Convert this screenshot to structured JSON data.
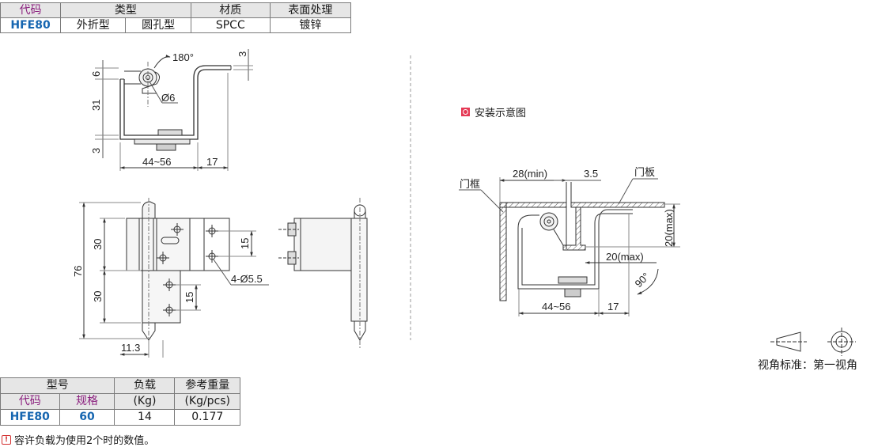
{
  "spec_table": {
    "headers": {
      "code": "代码",
      "type": "类型",
      "material": "材质",
      "surface": "表面处理"
    },
    "row": {
      "code": "HFE80",
      "type_a": "外折型",
      "type_b": "圆孔型",
      "material": "SPCC",
      "surface": "镀锌"
    }
  },
  "top_drawing": {
    "angle": "180°",
    "hole": "Ø6",
    "dim_left_top": "6",
    "dim_left_mid": "31",
    "dim_left_bot": "3",
    "dim_right_top": "3",
    "dim_width": "44~56",
    "dim_right": "17"
  },
  "front_drawing": {
    "dim_76": "76",
    "dim_30a": "30",
    "dim_30b": "30",
    "dim_15a": "15",
    "dim_15b": "15",
    "holes": "4-Ø5.5",
    "dim_11_3": "11.3"
  },
  "install": {
    "title": "安装示意图",
    "door_frame": "门框",
    "door_panel": "门板",
    "dim_28": "28(min)",
    "dim_3_5": "3.5",
    "dim_20v": "20(max)",
    "dim_20h": "20(max)",
    "angle_90": "90°",
    "dim_width": "44~56",
    "dim_right": "17"
  },
  "view_standard": "视角标准：第一视角",
  "load_table": {
    "model": "型号",
    "code": "代码",
    "spec": "规格",
    "load": "负载",
    "load_unit": "(Kg)",
    "weight": "参考重量",
    "weight_unit": "(Kg/pcs)",
    "row": {
      "code": "HFE80",
      "spec": "60",
      "load": "14",
      "weight": "0.177"
    }
  },
  "note": "容许负载为使用2个时的数值。"
}
